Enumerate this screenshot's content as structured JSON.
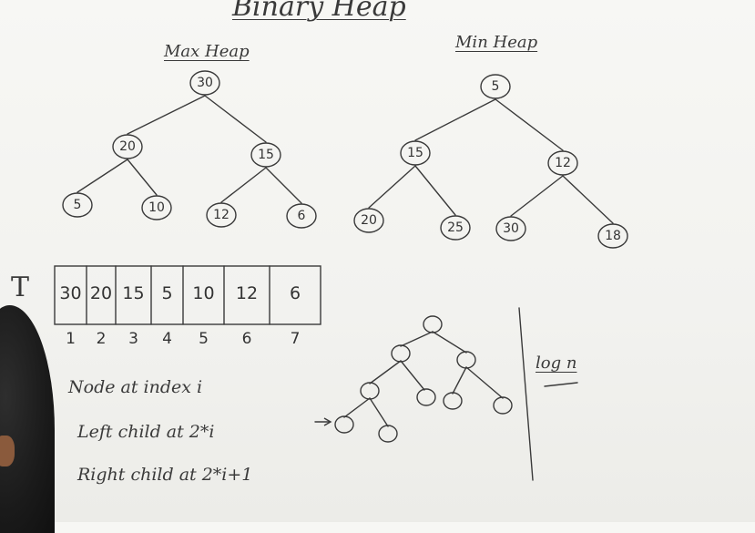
{
  "title": "Binary Heap",
  "max_heap": {
    "label": "Max Heap",
    "nodes": [
      "30",
      "20",
      "15",
      "5",
      "10",
      "12",
      "6"
    ]
  },
  "min_heap": {
    "label": "Min Heap",
    "nodes": [
      "5",
      "15",
      "12",
      "20",
      "25",
      "30",
      "18"
    ]
  },
  "array": {
    "name": "T",
    "cells": [
      "30",
      "20",
      "15",
      "5",
      "10",
      "12",
      "6"
    ],
    "indices": [
      "1",
      "2",
      "3",
      "4",
      "5",
      "6",
      "7"
    ]
  },
  "notes": {
    "line1": "Node at index i",
    "line2": "Left child at 2*i",
    "line3": "Right child at 2*i+1"
  },
  "height_label": "log n",
  "colors": {
    "ink": "#3a3a3a",
    "board": "#f4f4f1"
  }
}
